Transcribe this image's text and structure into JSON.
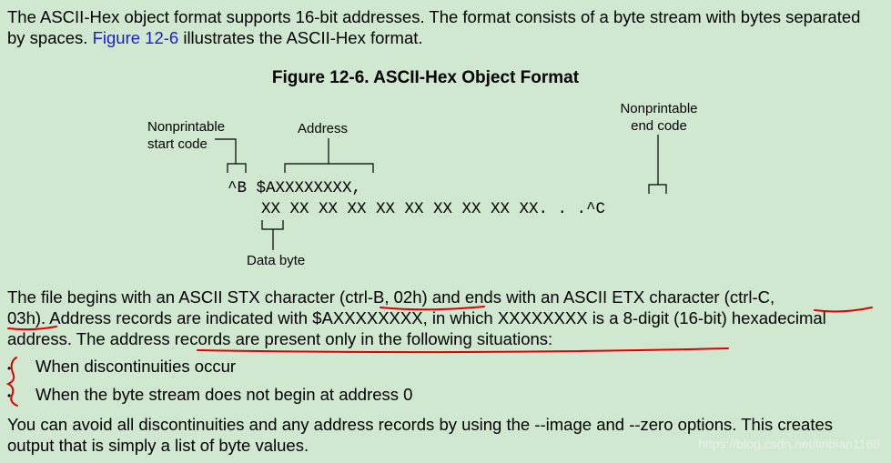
{
  "intro": {
    "text_before_link": "The ASCII-Hex object format supports 16-bit addresses. The format consists of a byte stream with bytes separated by spaces. ",
    "link": "Figure 12-6",
    "text_after_link": " illustrates the ASCII-Hex format."
  },
  "figure": {
    "title": "Figure 12-6. ASCII-Hex Object Format",
    "label_start_line1": "Nonprintable",
    "label_start_line2": "start code",
    "label_address": "Address",
    "label_end_line1": "Nonprintable",
    "label_end_line2": "end code",
    "label_data_byte": "Data byte",
    "line1": "^B $AXXXXXXXX,",
    "line2": "XX XX XX XX XX XX XX XX XX XX. . .^C"
  },
  "body": {
    "p2_a": "The file begins with an ASCII STX character ",
    "p2_b": "(ctrl-B, 02h)",
    "p2_c": " and ends with an ASCII ETX character ",
    "p2_d": "(ctrl-C,",
    "p2_e": "03h).",
    "p2_f": " Address records are indicated with $AXXXXXXXX, in which XXXXXXXX is a 8-digit (16-bit) hexadecimal address. ",
    "p2_g": "The address records are present only in the following situations",
    "p2_h": ":",
    "bullets": [
      "When discontinuities occur",
      "When the byte stream does not begin at address 0"
    ],
    "p3": "You can avoid all discontinuities and any address records by using the --image and --zero options. This creates output that is simply a list of byte values."
  },
  "watermark": "https://blog.csdn.net/linbian1168",
  "colors": {
    "background": "#cfe8cf",
    "link": "#1a1adc",
    "annotation": "#e00000"
  }
}
